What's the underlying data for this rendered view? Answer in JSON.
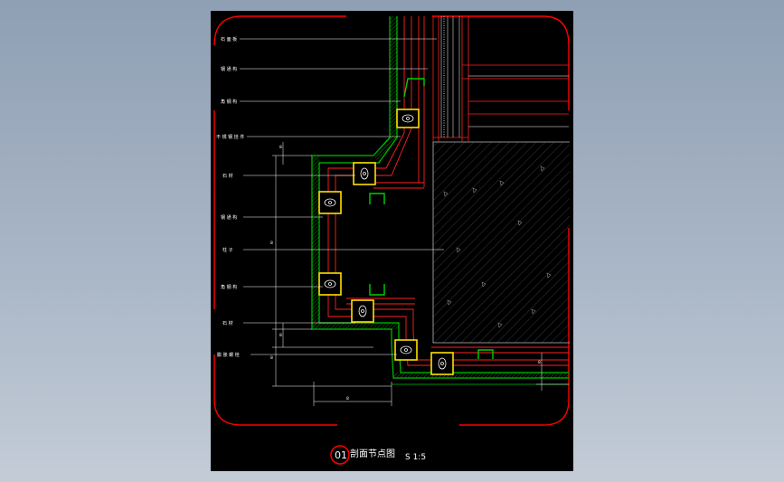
{
  "drawing": {
    "callouts": [
      "石 面 板",
      "钢 通 构",
      "角 钢 构",
      "不 锈 钢 挂 件",
      "石 材",
      "钢 通 构",
      "柱 子",
      "角 钢 构",
      "石 材",
      "膨 胀 螺 栓"
    ],
    "title": {
      "number": "01",
      "name": "剖面节点图",
      "scale": "S 1:5"
    },
    "colors": {
      "background": "#000000",
      "border": "#ff0000",
      "stone": "#00c000",
      "steel": "#ff2020",
      "anchor": "#ffe000",
      "dimension": "#ffffff"
    }
  }
}
